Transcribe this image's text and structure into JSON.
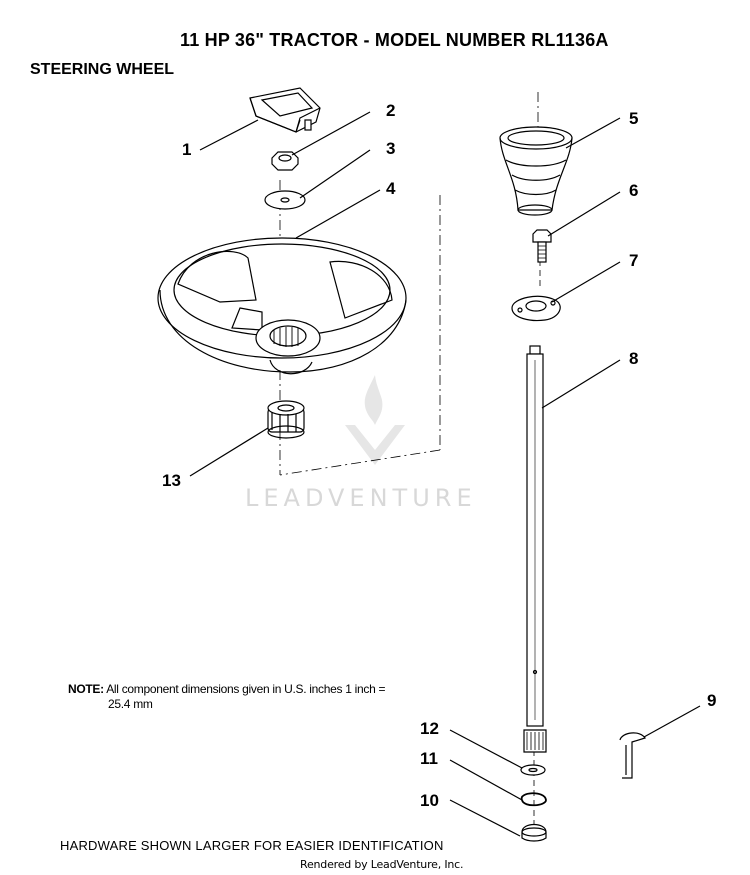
{
  "header": {
    "title": "11 HP  36\"  TRACTOR  - MODEL NUMBER RL1136A",
    "section": "STEERING WHEEL"
  },
  "callouts": [
    "1",
    "2",
    "3",
    "4",
    "5",
    "6",
    "7",
    "8",
    "9",
    "10",
    "11",
    "12",
    "13"
  ],
  "note": {
    "label": "NOTE:",
    "line1": "All component dimensions given in U.S. inches 1 inch =",
    "line2": "25.4 mm"
  },
  "footer": "HARDWARE SHOWN LARGER FOR EASIER IDENTIFICATION",
  "credit": "Rendered by LeadVenture, Inc.",
  "watermark": {
    "text": "LEADVENTURE",
    "color": "#d8d8d8"
  }
}
